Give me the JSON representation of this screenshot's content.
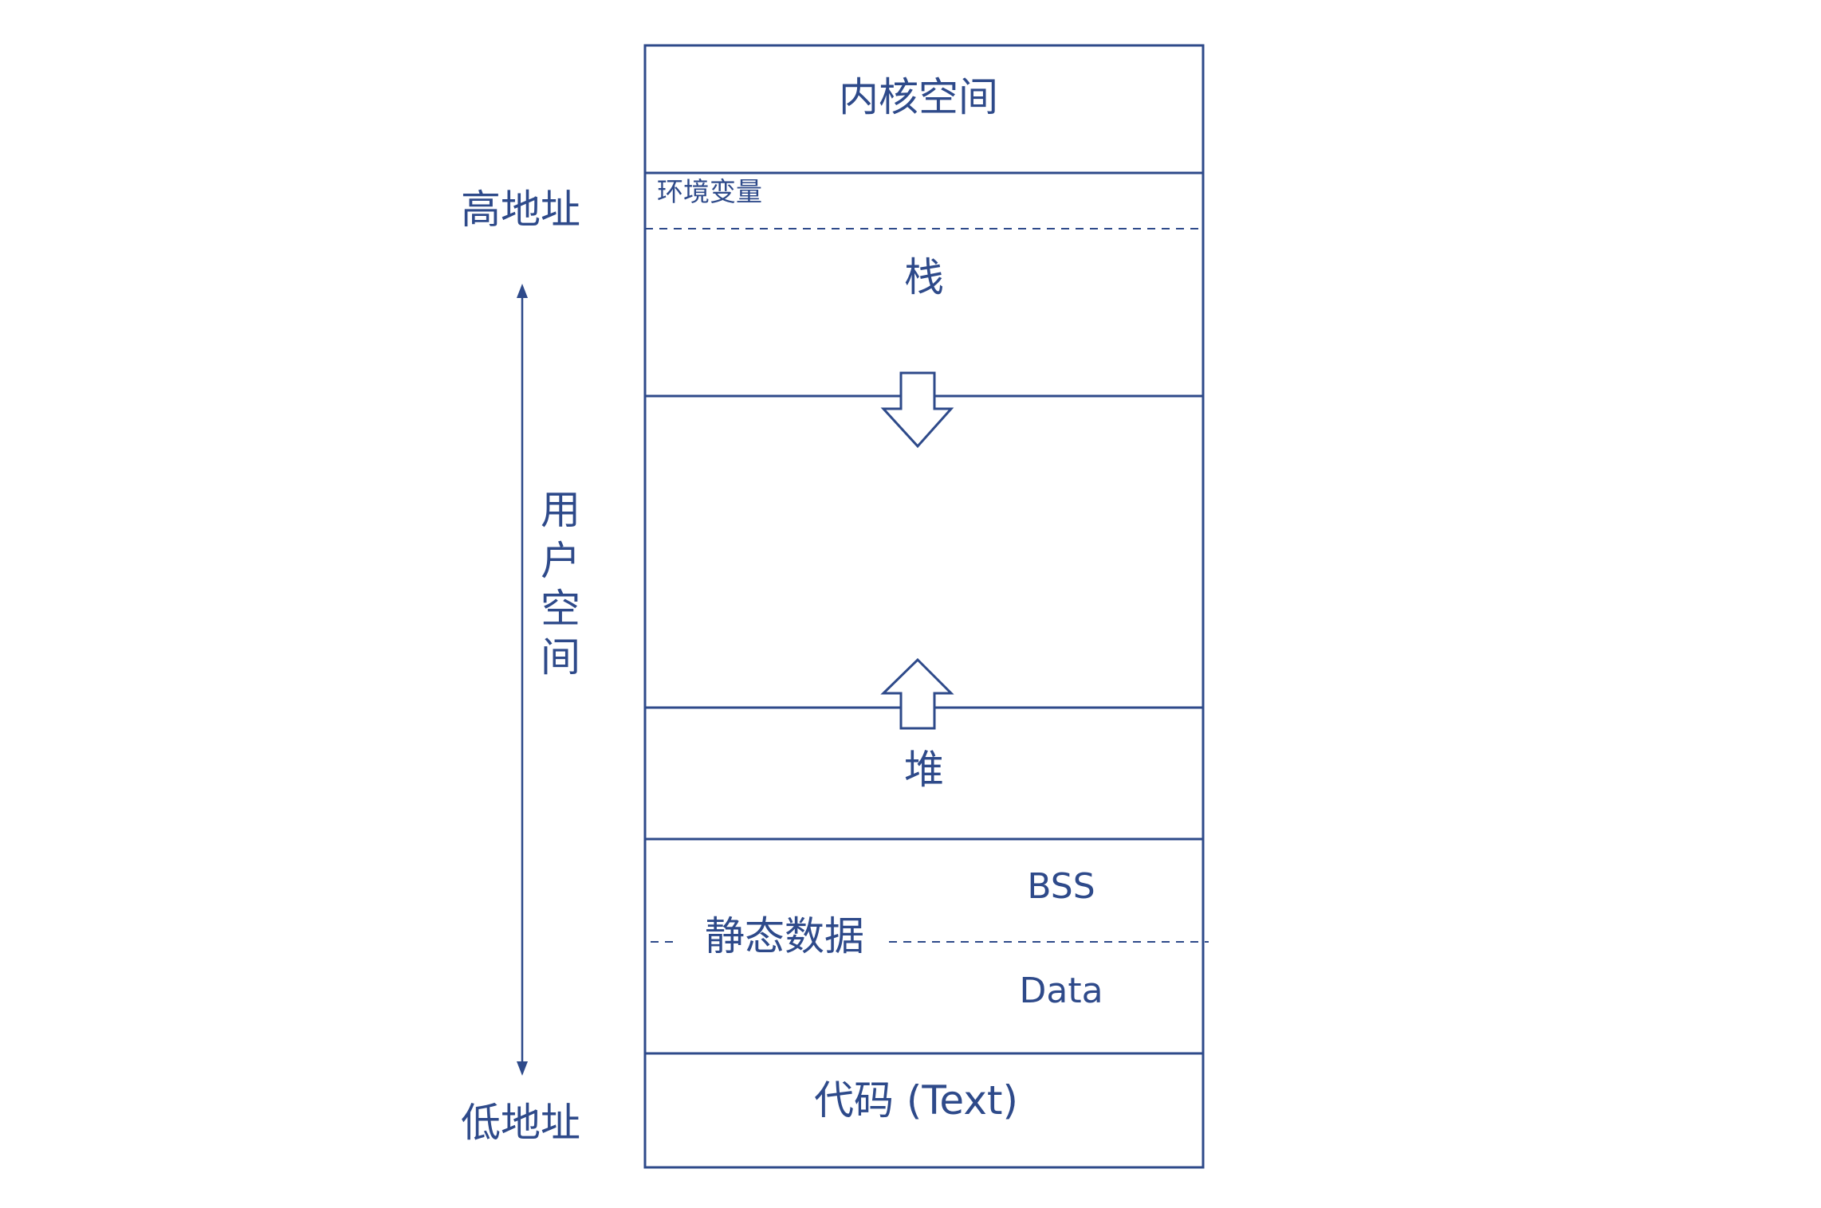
{
  "colors": {
    "stroke": "#2e4a8a",
    "background": "#ffffff"
  },
  "labels": {
    "high_address": "高地址",
    "low_address": "低地址",
    "user_space": [
      "用",
      "户",
      "空",
      "间"
    ]
  },
  "segments": {
    "kernel": "内核空间",
    "env": "环境变量",
    "stack": "栈",
    "heap": "堆",
    "static_data": "静态数据",
    "bss": "BSS",
    "data": "Data",
    "text": "代码 (Text)"
  }
}
